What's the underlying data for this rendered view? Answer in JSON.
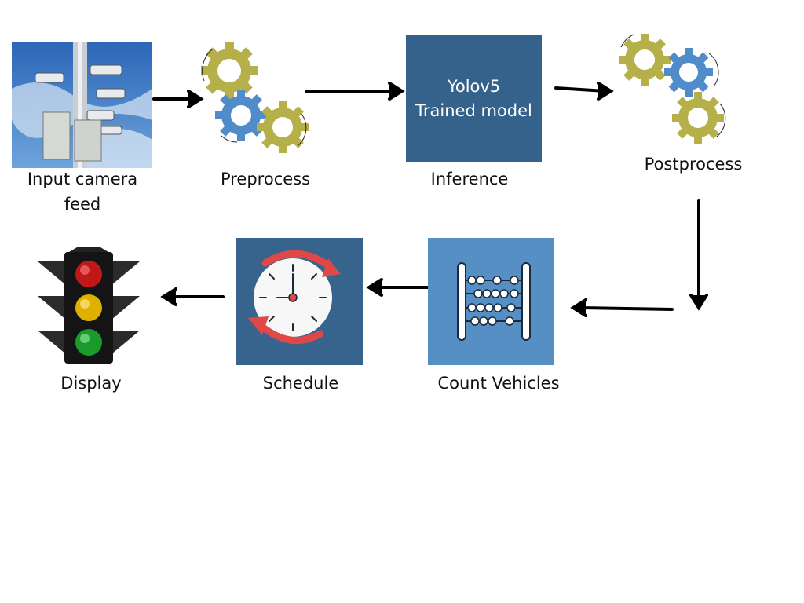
{
  "steps": {
    "input": {
      "label": "Input camera\nfeed",
      "icon": "security-camera-photo"
    },
    "preprocess": {
      "label": "Preprocess",
      "icon": "gears-icon"
    },
    "inference": {
      "label": "Inference",
      "box_line1": "Yolov5",
      "box_line2": "Trained model"
    },
    "postprocess": {
      "label": "Postprocess",
      "icon": "gears-icon"
    },
    "count": {
      "label": "Count Vehicles",
      "icon": "abacus-icon"
    },
    "schedule": {
      "label": "Schedule",
      "icon": "clock-refresh-icon"
    },
    "display": {
      "label": "Display",
      "icon": "traffic-light-icon"
    }
  },
  "colors": {
    "gear_olive": "#b5b04a",
    "gear_blue": "#4f8cc9",
    "model_box": "#35628b",
    "schedule_box": "#36648d",
    "count_box": "#568fc4",
    "arrow": "#000000"
  }
}
